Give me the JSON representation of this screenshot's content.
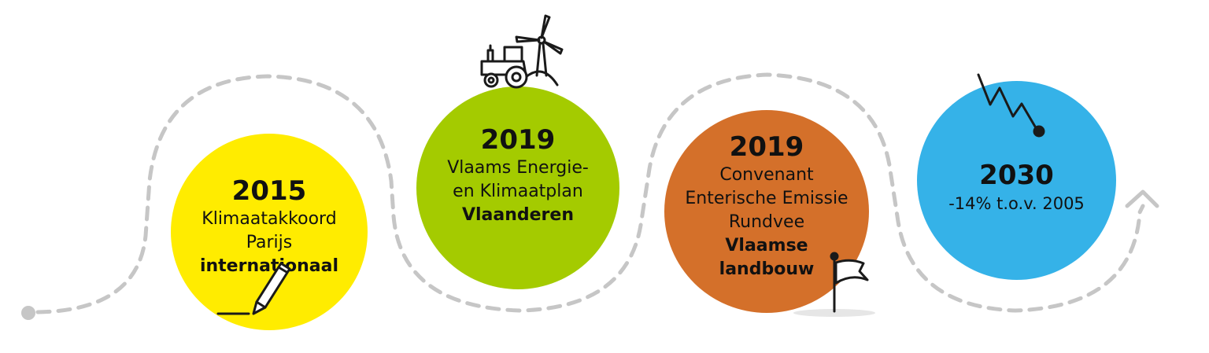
{
  "colors": {
    "path": "#c6c6c6",
    "circle_2015": "#ffec00",
    "circle_2019a": "#a4cb00",
    "circle_2019b": "#d4702a",
    "circle_2030": "#35b2e8",
    "icon": "#1a1a1a"
  },
  "steps": [
    {
      "year": "2015",
      "lines": [
        "Klimaatakkoord",
        "Parijs"
      ],
      "bold_lines": [
        "internationaal"
      ],
      "icon": "pencil-icon"
    },
    {
      "year": "2019",
      "lines": [
        "Vlaams Energie-",
        "en Klimaatplan"
      ],
      "bold_lines": [
        "Vlaanderen"
      ],
      "icon": "tractor-windmill-icon"
    },
    {
      "year": "2019",
      "lines": [
        "Convenant",
        "Enterische Emissie",
        "Rundvee"
      ],
      "bold_lines": [
        "Vlaamse",
        "landbouw"
      ],
      "icon": "flag-icon"
    },
    {
      "year": "2030",
      "lines": [
        "-14% t.o.v. 2005"
      ],
      "bold_lines": [],
      "icon": "declining-graph-icon"
    }
  ]
}
